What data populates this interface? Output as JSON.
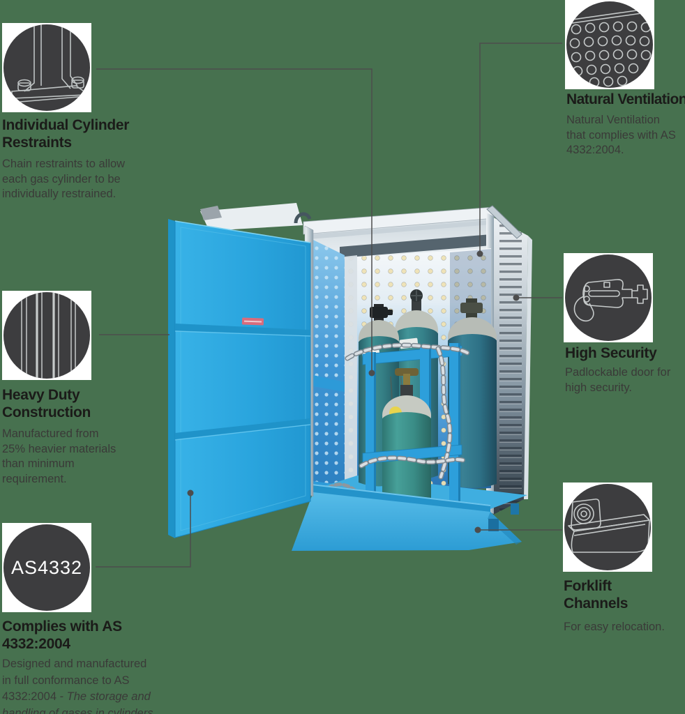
{
  "page": {
    "background_color": "#47714F",
    "tile_color": "#ffffff",
    "disc_color": "#3d3d3f",
    "connector_color": "#4d4d4d",
    "door_blue": "#2BA7E0",
    "subject": "Gas cylinder storage cage product photo with feature callouts"
  },
  "features": {
    "restraints": {
      "icon": "cylinder-restraint-icon",
      "title": "Individual Cylinder\nRestraints",
      "body": "Chain restraints to allow\neach gas cylinder to be\nindividually restrained."
    },
    "ventilation": {
      "icon": "ventilation-holes-icon",
      "title": "Natural Ventilation",
      "body": "Natural Ventilation\nthat complies with AS\n4332:2004."
    },
    "heavy_duty": {
      "icon": "steel-profile-icon",
      "title": "Heavy Duty\nConstruction",
      "body": "Manufactured from\n25% heavier materials\nthan minimum\nrequirement."
    },
    "as4332": {
      "icon": "as4332-badge",
      "badge_text": "AS4332",
      "title": "Complies with AS\n4332:2004",
      "body_main": "Designed and manufactured\nin full conformance to AS\n4332:2004 - ",
      "body_italic": "The storage and\nhandling of gases in cylinders.."
    },
    "security": {
      "icon": "padlock-latch-icon",
      "title": "High Security",
      "body": "Padlockable door for\nhigh security."
    },
    "forklift": {
      "icon": "forklift-channel-icon",
      "title": "Forklift\nChannels",
      "body": "For easy relocation."
    }
  }
}
